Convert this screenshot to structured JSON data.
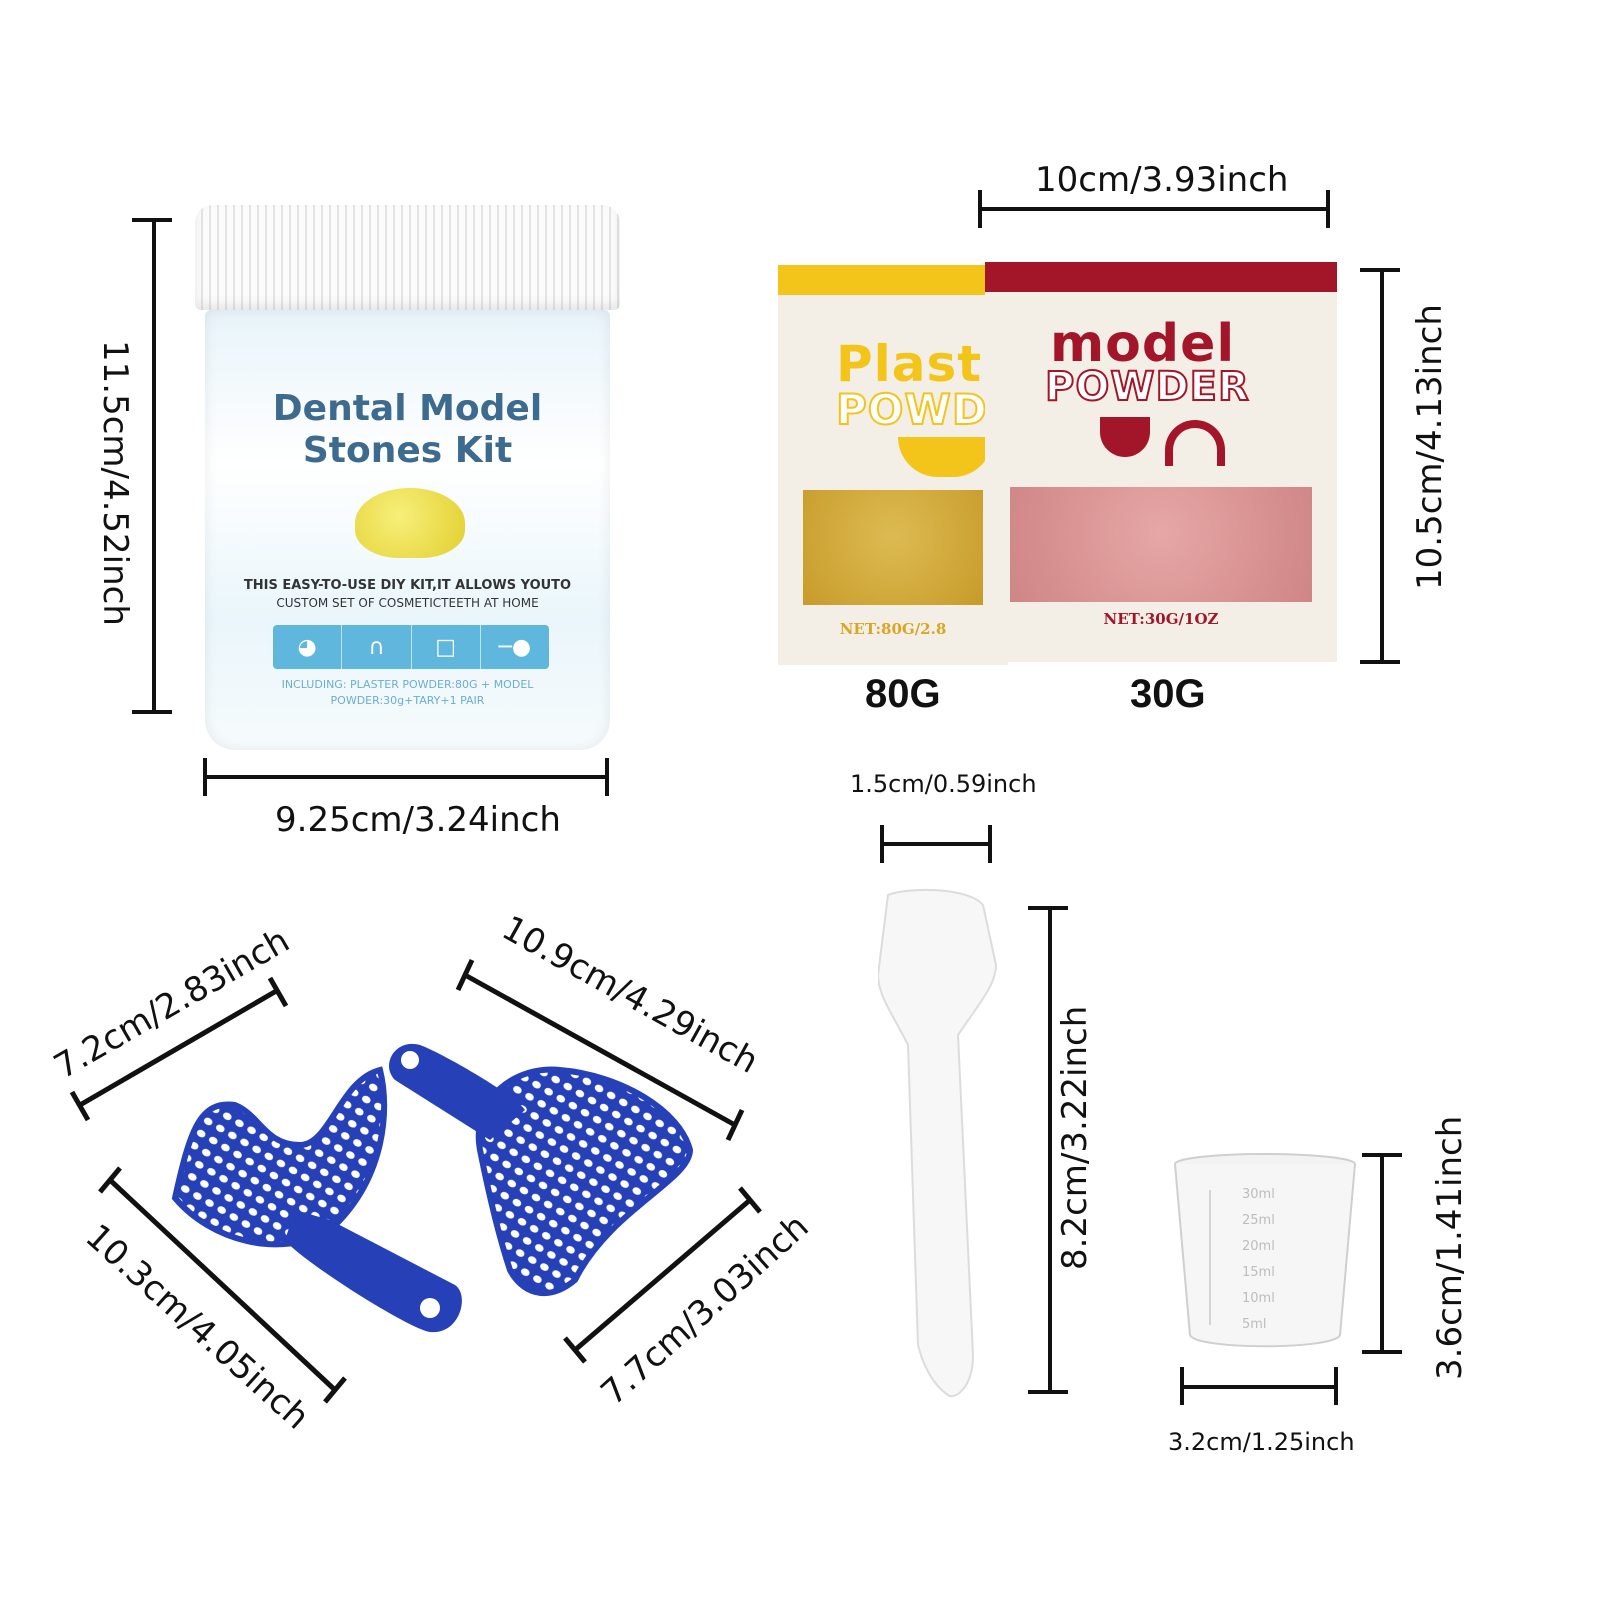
{
  "jar": {
    "title_line1": "Dental Model",
    "title_line2": "Stones Kit",
    "tagline1": "THIS EASY-TO-USE DIY KIT,IT ALLOWS YOUTO",
    "tagline2": "CUSTOM SET OF COSMETICTEETH AT HOME",
    "includes1": "INCLUDING: PLASTER POWDER:80G + MODEL",
    "includes2": "POWDER:30g+TARY+1 PAIR",
    "height_label": "11.5cm/4.52inch",
    "width_label": "9.25cm/3.24inch",
    "icons": [
      "tray-icon",
      "tray-handle-icon",
      "cup-icon",
      "spatula-icon"
    ]
  },
  "sachets": {
    "width_label": "10cm/3.93inch",
    "height_label": "10.5cm/4.13inch",
    "plaster": {
      "word1": "Plast",
      "word2": "POWD",
      "net": "NET:80G/2.8",
      "weight": "80G",
      "color": "#f3c51b"
    },
    "model": {
      "word1": "model",
      "word2": "POWDER",
      "net": "NET:30G/1OZ",
      "weight": "30G",
      "color": "#a3162a"
    }
  },
  "trays": {
    "upper_width": "7.2cm/2.83inch",
    "upper_length": "10.3cm/4.05inch",
    "lower_length": "10.9cm/4.29inch",
    "lower_width": "7.7cm/3.03inch",
    "color": "#2640b8"
  },
  "spatula": {
    "width_label": "1.5cm/0.59inch",
    "length_label": "8.2cm/3.22inch"
  },
  "cup": {
    "height_label": "3.6cm/1.41inch",
    "width_label": "3.2cm/1.25inch",
    "marks": [
      "30ml",
      "25ml",
      "20ml",
      "15ml",
      "10ml",
      "5ml"
    ]
  }
}
